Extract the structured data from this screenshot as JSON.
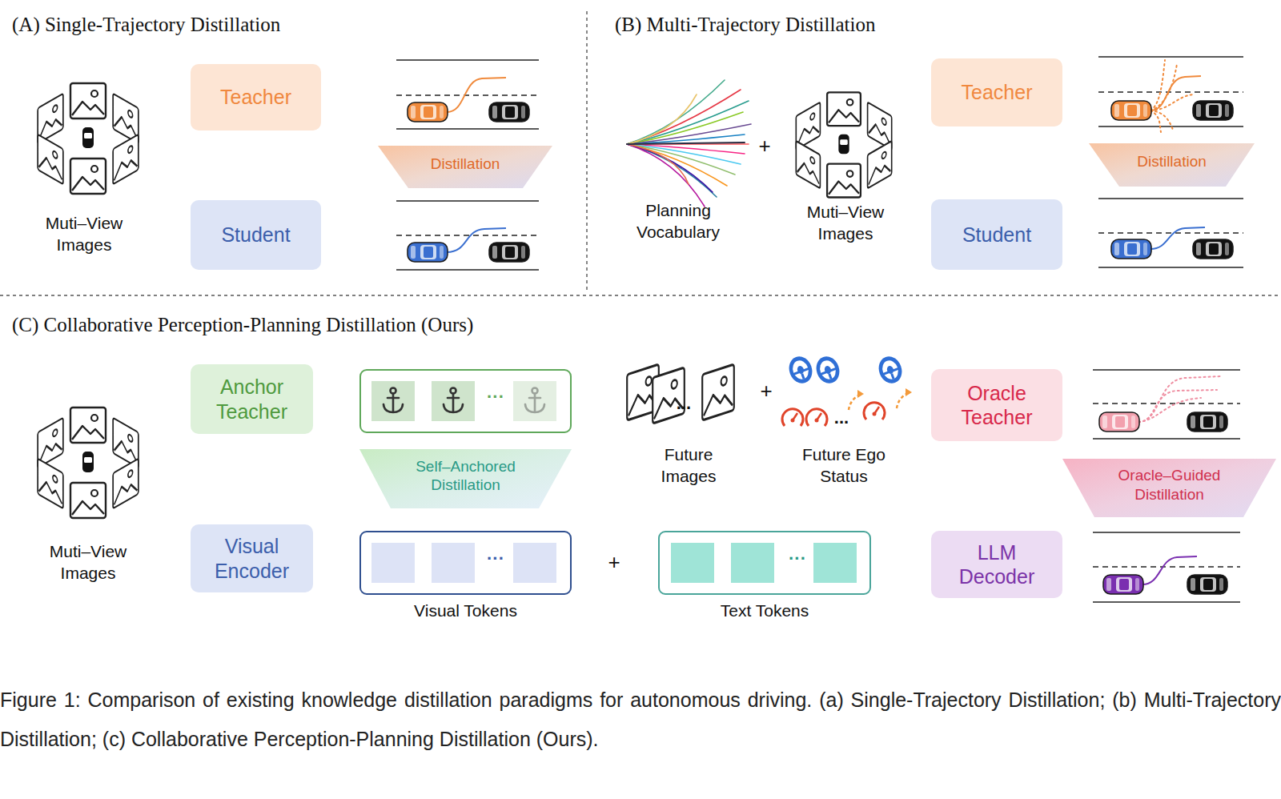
{
  "diagram": {
    "caption": "Figure 1: Comparison of existing knowledge distillation paradigms for autonomous driving. (a) Single-Trajectory Distillation; (b) Multi-Trajectory Distillation; (c) Collaborative Perception-Planning Distillation (Ours).",
    "nodes": [
      {
        "text": [
          "Teacher"
        ]
      },
      {
        "text": [
          "Distillation"
        ]
      },
      {
        "text": [
          "Student"
        ]
      },
      {
        "text": [
          "Teacher"
        ]
      },
      {
        "text": [
          "Distillation"
        ]
      },
      {
        "text": [
          "Student"
        ]
      },
      {
        "text": [
          "Anchor Teacher"
        ]
      },
      {
        "text": [
          "···"
        ]
      },
      {
        "text": [
          "Self–Anchored Distillation"
        ]
      },
      {
        "text": [
          "Visual Encoder"
        ]
      },
      {
        "text": [
          "···",
          "Visual Tokens"
        ]
      },
      {
        "text": [
          "···",
          "Text Tokens"
        ]
      },
      {
        "text": [
          "Oracle Teacher"
        ]
      },
      {
        "text": [
          "Oracle–Guided Distillation"
        ]
      },
      {
        "text": [
          "LLM Decoder"
        ]
      }
    ],
    "labels": [
      "(A) Single-Trajectory Distillation",
      "Muti–View Images",
      "(B) Multi-Trajectory Distillation",
      "Planning Vocabulary",
      "+",
      "Muti–View Images",
      "(C) Collaborative Perception-Planning Distillation (Ours)",
      "Muti–View Images",
      "...",
      "+",
      "...",
      "Future Images",
      "Future Ego Status",
      "+"
    ]
  }
}
